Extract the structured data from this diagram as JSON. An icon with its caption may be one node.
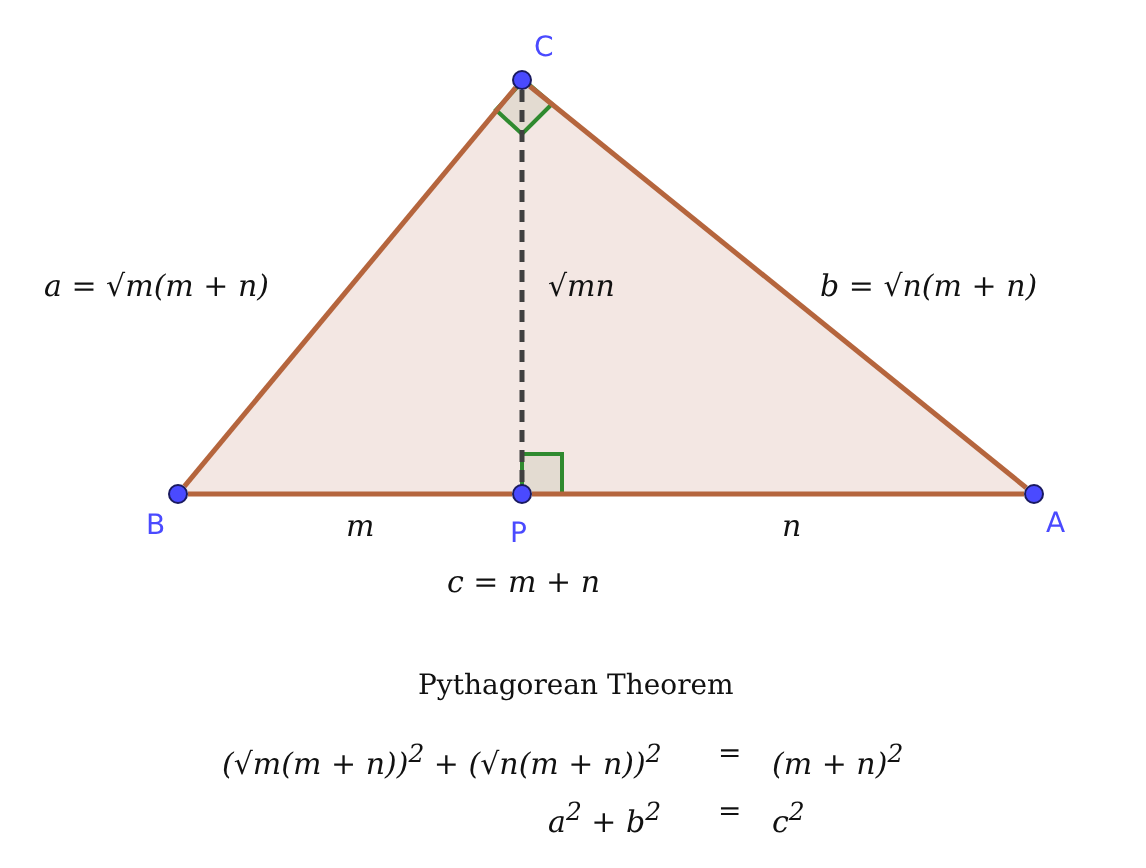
{
  "diagram": {
    "nodes": [
      {
        "text": [
          "C"
        ]
      },
      {
        "text": [
          "B"
        ]
      },
      {
        "text": [
          "A"
        ]
      },
      {
        "text": [
          "P"
        ]
      }
    ],
    "edges": [
      {
        "from": 1,
        "to": 0,
        "arrow": "none",
        "label": "a = √m(m + n)"
      },
      {
        "from": 0,
        "to": 2,
        "arrow": "none",
        "label": "b = √n(m + n)"
      },
      {
        "from": 1,
        "to": 3,
        "arrow": "none",
        "label": "m"
      },
      {
        "from": 3,
        "to": 2,
        "arrow": "none",
        "label": "n"
      },
      {
        "from": 0,
        "to": 3,
        "arrow": "none",
        "label": "√mn",
        "style": "dashed",
        "color": "#404040"
      }
    ],
    "labels": [
      "c = m + n",
      "Pythagorean Theorem",
      "(√m(m + n))$^{2}$ + (√n(m + n))$^{2}$",
      "=",
      "(m + n)$^{2}$",
      "a$^{2}$ + b$^{2}$",
      "=",
      "c$^{2}$"
    ]
  }
}
